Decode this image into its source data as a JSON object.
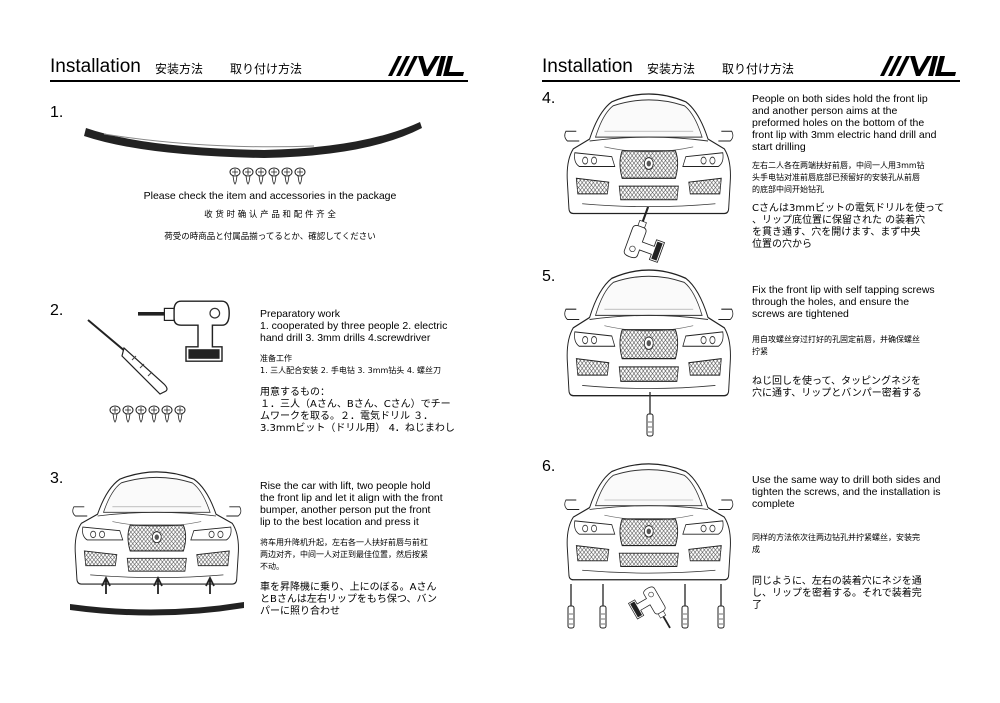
{
  "header": {
    "title": "Installation",
    "title_cn": "安装方法",
    "title_jp": "取り付け方法",
    "logo": "/// VIL"
  },
  "left": {
    "steps": [
      {
        "num": "1.",
        "en": "Please check  the item and accessories in the package",
        "cn": "收 货 时 确 认 产 品 和 配 件 齐 全",
        "jp": "荷受の時商品と付属品揃ってるとか、確認してください"
      },
      {
        "num": "2.",
        "en": "Preparatory work\n1. cooperated by three people  2. electric\nhand drill  3. 3mm drills  4.screwdriver",
        "cn": "准备工作\n1. 三人配合安装  2. 手电钻  3. 3mm钻头  4. 螺丝刀",
        "jp": "用意するもの：\n １．三人（Aさん、Bさん、Cさん）でチー\nムワークを取る。２．電気ドリル  ３．\n3.3mmビット（ドリル用） 4．ねじまわし"
      },
      {
        "num": "3.",
        "en": " Rise the car with lift, two people hold\nthe front lip and let it align with the front\nbumper,  another person put the front\nlip to the best location and press it",
        "cn": "将车用升降机升起，左右各一人扶好前唇与前杠\n两边对齐，中间一人对正到最佳位置，然后按紧\n不动。",
        "jp": "車を昇降機に乗り、上にのぼる。Aさん\nとBさんは左右リップをもち保つ、バン\nパーに照り合わせ"
      }
    ]
  },
  "right": {
    "steps": [
      {
        "num": "4.",
        "en": "People on both sides hold the front lip\nand another person aims at the\npreformed holes on the bottom of the\nfront lip with 3mm electric hand drill and\nstart drilling",
        "cn": "左右二人各在两端扶好前唇，中间一人用3mm钻\n头手电钻对准前唇底部已预留好的安装孔从前唇\n的底部中间开始钻孔",
        "jp": "Cさんは3mmビットの電気ドリルを使って\n、リップ底位置に保留された の装着穴\nを貫き通す、穴を開けます、まず中央\n位置の穴から"
      },
      {
        "num": "5.",
        "en": "Fix the front lip with self tapping screws\nthrough the holes, and ensure the\nscrews are tightened",
        "cn": "用自攻螺丝穿过打好的孔固定前唇，并确保螺丝\n拧紧",
        "jp": "ねじ回しを使って、タッピングネジを\n穴に通す、リップとバンパー密着する"
      },
      {
        "num": "6.",
        "en": "Use the same way to drill both sides and\ntighten the screws, and the installation is\ncomplete",
        "cn": "同样的方法依次往两边钻孔并拧紧螺丝，安装完\n成",
        "jp": "同じように、左右の装着穴にネジを通\nし、リップを密着する。それで装着完\n了"
      }
    ]
  }
}
